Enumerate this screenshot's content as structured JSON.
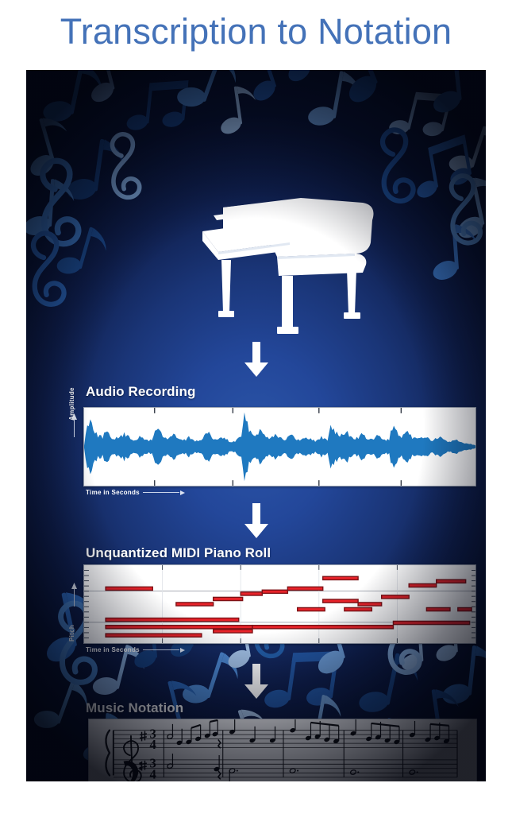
{
  "title": "Transcription to Notation",
  "theme": {
    "title_color": "#4472b8",
    "panel_center": "#2b55a8",
    "panel_edge": "#07102c",
    "waveform_color": "#1f79c0",
    "note_fill": "#e8232a",
    "note_stroke": "#7d1216",
    "label_color": "#ffffff"
  },
  "sections": [
    {
      "id": "audio",
      "label": "Audio Recording",
      "y_axis": "Amplitude",
      "x_axis": "Time in Seconds"
    },
    {
      "id": "midi",
      "label": "Unquantized MIDI Piano Roll",
      "y_axis": "Pitch",
      "x_axis": "Time in Seconds"
    },
    {
      "id": "notation",
      "label": "Music Notation",
      "y_axis": "",
      "x_axis": ""
    }
  ],
  "arrows": [
    {
      "name": "arrow-piano-to-audio",
      "direction": "down"
    },
    {
      "name": "arrow-audio-to-midi",
      "direction": "down"
    },
    {
      "name": "arrow-midi-to-notation",
      "direction": "down"
    }
  ],
  "illustration": {
    "name": "grand-piano",
    "color": "#ffffff"
  },
  "chart_data": [
    {
      "type": "area",
      "name": "audio-waveform",
      "title": "Audio Recording",
      "xlabel": "Time in Seconds",
      "ylabel": "Amplitude",
      "grid": false,
      "x_ticks": [
        0.18,
        0.38,
        0.6,
        0.81
      ],
      "envelope": [
        0.04,
        0.7,
        0.95,
        0.62,
        0.4,
        0.34,
        0.32,
        0.45,
        0.38,
        0.3,
        0.26,
        0.28,
        0.34,
        0.4,
        0.33,
        0.27,
        0.23,
        0.25,
        0.3,
        0.26,
        0.22,
        0.2,
        0.24,
        0.46,
        0.6,
        0.44,
        0.3,
        0.26,
        0.32,
        0.38,
        0.3,
        0.24,
        0.2,
        0.22,
        0.3,
        0.26,
        0.2,
        0.18,
        0.22,
        0.34,
        0.44,
        0.36,
        0.26,
        0.22,
        0.26,
        0.3,
        0.24,
        0.18,
        0.14,
        0.18,
        0.26,
        0.36,
        0.92,
        0.7,
        0.48,
        0.38,
        0.44,
        0.52,
        0.42,
        0.34,
        0.3,
        0.34,
        0.4,
        0.34,
        0.28,
        0.24,
        0.28,
        0.36,
        0.3,
        0.24,
        0.2,
        0.24,
        0.32,
        0.28,
        0.22,
        0.18,
        0.22,
        0.3,
        0.26,
        0.2,
        0.72,
        0.58,
        0.42,
        0.34,
        0.4,
        0.48,
        0.38,
        0.3,
        0.26,
        0.3,
        0.38,
        0.32,
        0.26,
        0.22,
        0.26,
        0.34,
        0.3,
        0.24,
        0.2,
        0.24,
        0.66,
        0.52,
        0.38,
        0.3,
        0.36,
        0.44,
        0.34,
        0.28,
        0.24,
        0.28,
        0.34,
        0.3,
        0.24,
        0.2,
        0.24,
        0.3,
        0.26,
        0.2,
        0.16,
        0.18,
        0.24,
        0.2,
        0.16,
        0.14,
        0.12,
        0.1,
        0.08,
        0.05
      ]
    },
    {
      "type": "table",
      "name": "midi-piano-roll",
      "title": "Unquantized MIDI Piano Roll",
      "xlabel": "Time in Seconds",
      "ylabel": "Pitch",
      "grid": true,
      "x_ticks": [
        0.2,
        0.4,
        0.6,
        0.8
      ],
      "note_columns": [
        "start",
        "end",
        "pitch_row"
      ],
      "notes": [
        [
          0.055,
          0.175,
          4
        ],
        [
          0.235,
          0.33,
          7
        ],
        [
          0.33,
          0.405,
          6
        ],
        [
          0.4,
          0.455,
          5
        ],
        [
          0.455,
          0.52,
          4.6
        ],
        [
          0.52,
          0.61,
          4
        ],
        [
          0.61,
          0.7,
          6.4
        ],
        [
          0.7,
          0.76,
          7
        ],
        [
          0.76,
          0.83,
          5.6
        ],
        [
          0.83,
          0.9,
          3.4
        ],
        [
          0.9,
          0.975,
          2.6
        ],
        [
          0.61,
          0.7,
          2
        ],
        [
          0.055,
          0.395,
          10
        ],
        [
          0.055,
          0.43,
          11.4
        ],
        [
          0.33,
          0.43,
          12.2
        ],
        [
          0.055,
          0.3,
          13
        ],
        [
          0.43,
          0.79,
          11.4
        ],
        [
          0.79,
          0.985,
          10.6
        ],
        [
          0.545,
          0.615,
          8
        ],
        [
          0.665,
          0.735,
          8
        ],
        [
          0.875,
          0.935,
          8
        ],
        [
          0.955,
          0.99,
          8
        ]
      ]
    }
  ],
  "score": {
    "clefs": [
      "treble",
      "bass"
    ],
    "key_signature": "1 sharp",
    "time_signature": "3/4",
    "measures": 5
  }
}
